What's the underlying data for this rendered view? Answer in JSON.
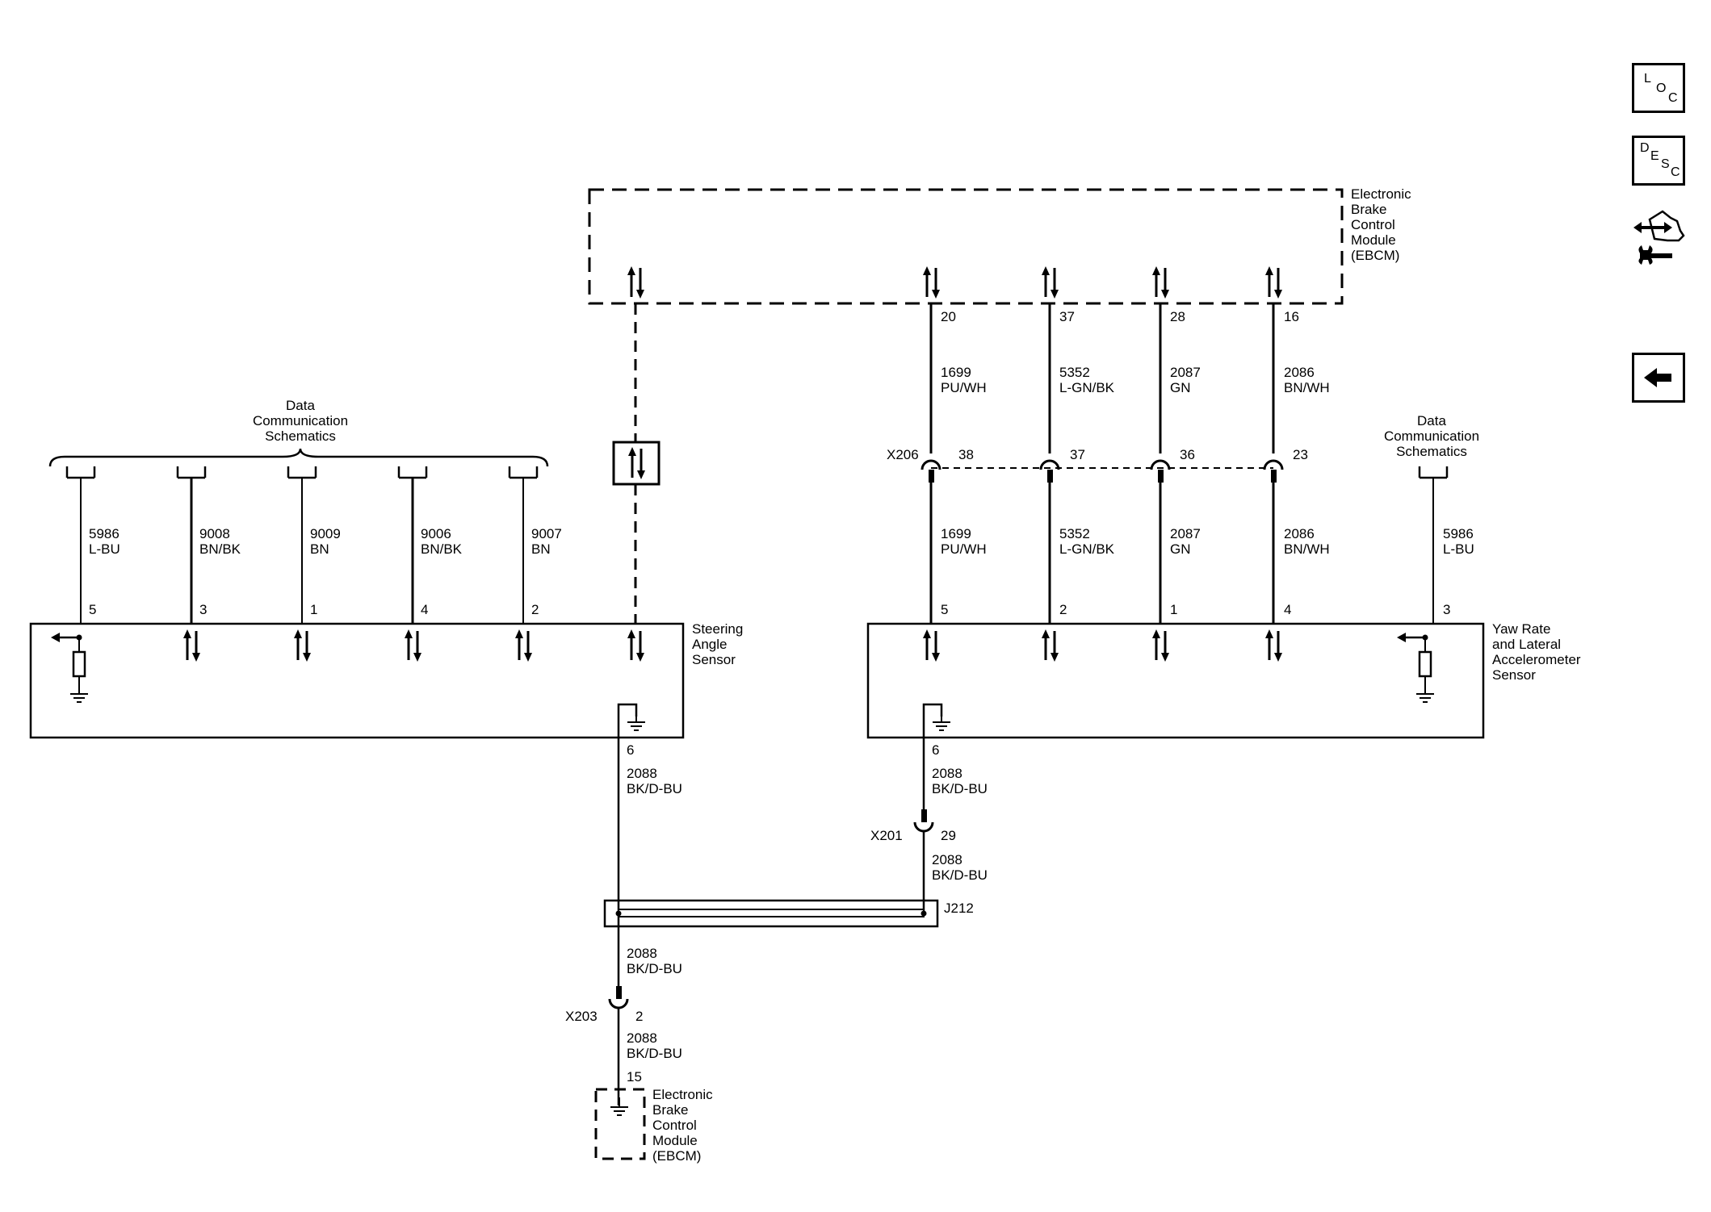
{
  "modules": {
    "ebcm_top": [
      "Electronic",
      "Brake",
      "Control",
      "Module",
      "(EBCM)"
    ],
    "ebcm_bottom": [
      "Electronic",
      "Brake",
      "Control",
      "Module",
      "(EBCM)"
    ],
    "steering_sensor": [
      "Steering",
      "Angle",
      "Sensor"
    ],
    "yaw_sensor": [
      "Yaw Rate",
      "and Lateral",
      "Accelerometer",
      "Sensor"
    ]
  },
  "data_comm_left": [
    "Data",
    "Communication",
    "Schematics"
  ],
  "data_comm_right": [
    "Data",
    "Communication",
    "Schematics"
  ],
  "left_circuits": [
    {
      "circuit": "5986",
      "color": "L-BU",
      "pin": "5"
    },
    {
      "circuit": "9008",
      "color": "BN/BK",
      "pin": "3"
    },
    {
      "circuit": "9009",
      "color": "BN",
      "pin": "1"
    },
    {
      "circuit": "9006",
      "color": "BN/BK",
      "pin": "4"
    },
    {
      "circuit": "9007",
      "color": "BN",
      "pin": "2"
    }
  ],
  "ebcm_circuits": [
    {
      "ebcm_pin": "20",
      "circuit": "1699",
      "color": "PU/WH",
      "x206_pin": "38",
      "yaw_pin": "5"
    },
    {
      "ebcm_pin": "37",
      "circuit": "5352",
      "color": "L-GN/BK",
      "x206_pin": "37",
      "yaw_pin": "2"
    },
    {
      "ebcm_pin": "28",
      "circuit": "2087",
      "color": "GN",
      "x206_pin": "36",
      "yaw_pin": "1"
    },
    {
      "ebcm_pin": "16",
      "circuit": "2086",
      "color": "BN/WH",
      "x206_pin": "23",
      "yaw_pin": "4"
    }
  ],
  "right_circuit": {
    "circuit": "5986",
    "color": "L-BU",
    "pin": "3"
  },
  "connectors": {
    "x206": "X206",
    "x201": "X201",
    "x203": "X203",
    "j212": "J212"
  },
  "ground": {
    "steering_pin": "6",
    "yaw_pin": "6",
    "circuit": "2088",
    "color": "BK/D-BU",
    "x201_pin": "29",
    "x203_pin": "2",
    "ebcm_pin": "15"
  },
  "nav_buttons": {
    "loc": [
      "L",
      "O",
      "C"
    ],
    "desc": [
      "D",
      "E",
      "S",
      "C"
    ],
    "connector_icon": "connector-tool-icon",
    "back_icon": "back-arrow-icon"
  }
}
